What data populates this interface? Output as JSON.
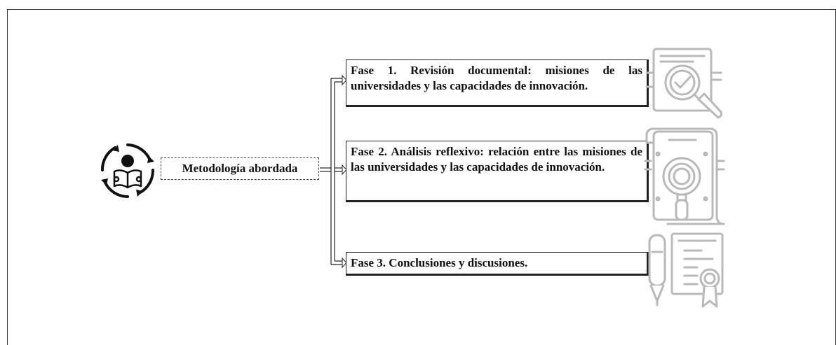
{
  "center": {
    "label": "Metodología abordada",
    "icon": "reader-cycle-icon"
  },
  "phases": [
    {
      "text": "Fase 1. Revisión documental: misiones de las universidades y las capacidades de innovación.",
      "icon": "document-check-magnifier-icon"
    },
    {
      "text": "Fase 2. Análisis reflexivo: relación entre las misiones de las universidades y las capacidades de innovación.",
      "icon": "scroll-magnifier-icon"
    },
    {
      "text": "Fase 3. Conclusiones y discusiones.",
      "icon": "certificate-pen-icon"
    }
  ],
  "colors": {
    "line": "#222222",
    "icon_gray": "#b9b9b9"
  }
}
